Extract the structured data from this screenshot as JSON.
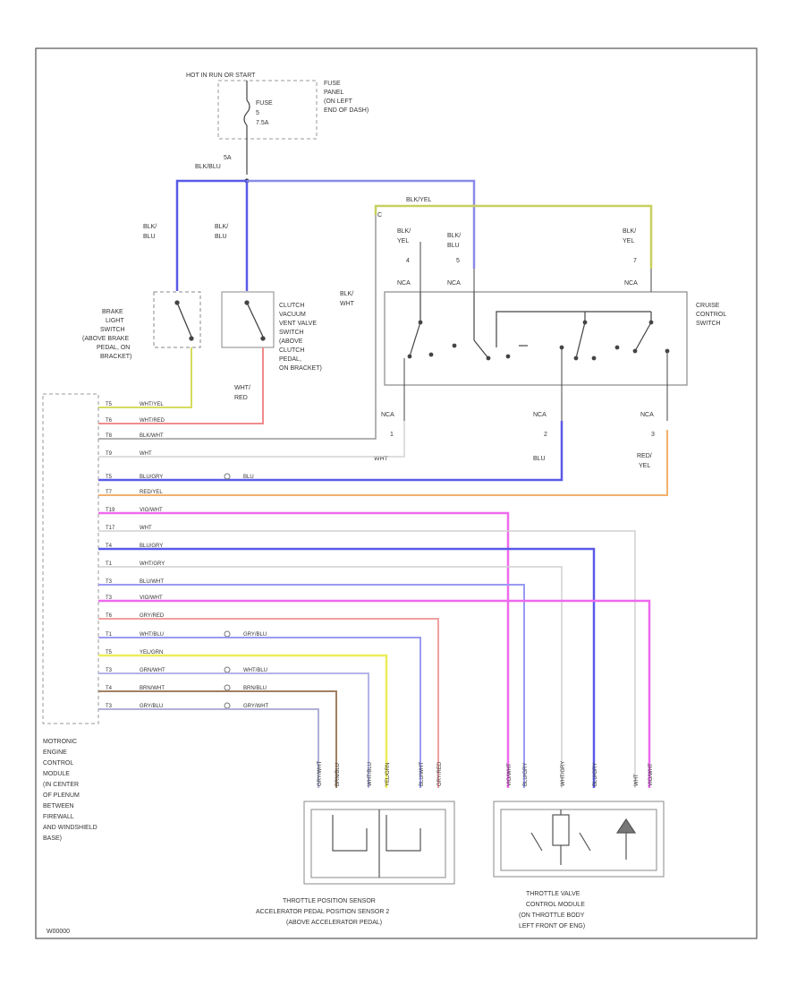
{
  "power": {
    "source": "HOT IN RUN OR START",
    "fuse": [
      "FUSE",
      "5",
      "7.5A"
    ],
    "fuse_panel": [
      "FUSE",
      "PANEL",
      "(ON LEFT",
      "END OF DASH)"
    ],
    "pin": "5A",
    "wire": "BLK/BLU"
  },
  "brake_light_switch": {
    "wire": [
      "BLK/",
      "BLU"
    ],
    "label": [
      "BRAKE",
      "LIGHT",
      "SWITCH",
      "(ABOVE BRAKE",
      "PEDAL, ON",
      "BRACKET)"
    ]
  },
  "clutch_switch": {
    "wire": [
      "BLK/",
      "BLU"
    ],
    "label": [
      "CLUTCH",
      "VACUUM",
      "VENT VALVE",
      "SWITCH",
      "(ABOVE",
      "CLUTCH",
      "PEDAL,",
      "ON BRACKET)"
    ],
    "out_wire": [
      "WHT/",
      "RED"
    ]
  },
  "cruise_switch": {
    "label": [
      "CRUISE",
      "CONTROL",
      "SWITCH"
    ],
    "feed": "BLK/YEL",
    "top_pins": [
      {
        "wire": [
          "BLK/",
          "YEL"
        ],
        "num": "4",
        "nca": "NCA"
      },
      {
        "wire": [
          "BLK/",
          "BLU"
        ],
        "num": "5",
        "nca": "NCA"
      },
      {
        "wire": [
          "BLK/",
          "YEL"
        ],
        "num": "7",
        "nca": "NCA"
      }
    ],
    "bottom_pins": [
      {
        "nca": "NCA",
        "num": "1",
        "wire": [
          "WHT"
        ]
      },
      {
        "nca": "NCA",
        "num": "2",
        "wire": [
          "BLU"
        ]
      },
      {
        "nca": "NCA",
        "num": "3",
        "wire": [
          "RED/",
          "YEL"
        ]
      }
    ],
    "left_wire": [
      "BLK/",
      "WHT"
    ]
  },
  "ecm": {
    "label": [
      "MOTRONIC",
      "ENGINE",
      "CONTROL",
      "MODULE",
      "(IN CENTER",
      "OF PLENUM",
      "BETWEEN",
      "FIREWALL",
      "AND WINDSHIELD",
      "BASE)"
    ],
    "pins": [
      {
        "pin": "T5",
        "wire": "WHT/YEL",
        "color": "#d6dc5c"
      },
      {
        "pin": "T6",
        "wire": "WHT/RED",
        "color": "#f08c8c"
      },
      {
        "pin": "T8",
        "wire": "BLK/WHT",
        "color": "#9a9a9a"
      },
      {
        "pin": "T9",
        "wire": "WHT",
        "color": "#d4d4d4"
      },
      {
        "pin": "T5",
        "wire": "BLU/GRY",
        "color": "#6a6af0",
        "note": "BLU"
      },
      {
        "pin": "T7",
        "wire": "RED/YEL",
        "color": "#f4b06a"
      },
      {
        "pin": "T19",
        "wire": "VIO/WHT",
        "color": "#ee6aee"
      },
      {
        "pin": "T17",
        "wire": "WHT",
        "color": "#d0d0d0"
      },
      {
        "pin": "T4",
        "wire": "BLU/GRY",
        "color": "#6a6af0"
      },
      {
        "pin": "T1",
        "wire": "WHT/GRY",
        "color": "#d0d0d0"
      },
      {
        "pin": "T3",
        "wire": "BLU/WHT",
        "color": "#9a9af4"
      },
      {
        "pin": "T3",
        "wire": "VIO/WHT",
        "color": "#ee6aee"
      },
      {
        "pin": "T6",
        "wire": "GRY/RED",
        "color": "#f0a0a0"
      },
      {
        "pin": "T1",
        "wire": "WHT/BLU",
        "color": "#9a9af4",
        "note": "GRY/BLU"
      },
      {
        "pin": "T5",
        "wire": "YEL/GRN",
        "color": "#ecec5a"
      },
      {
        "pin": "T3",
        "wire": "GRN/WHT",
        "color": "#b4e08c",
        "note": "WHT/BLU"
      },
      {
        "pin": "T4",
        "wire": "BRN/WHT",
        "color": "#c8a478",
        "note": "BRN/BLU"
      },
      {
        "pin": "T3",
        "wire": "GRY/BLU",
        "color": "#9a9af4",
        "note": "GRY/WHT"
      }
    ]
  },
  "tps": {
    "wires": [
      "GRY/WHT",
      "BRN/BLU",
      "WHT/BLU",
      "YEL/GRN",
      "BLU/WHT",
      "GRY/RED"
    ],
    "label": [
      "THROTTLE POSITION SENSOR",
      "ACCELERATOR PEDAL POSITION SENSOR 2",
      "(ABOVE ACCELERATOR PEDAL)"
    ]
  },
  "tvcm": {
    "wires": [
      "VIO/WHT",
      "BLU/GRY",
      "WHT/GRY",
      "BLU/GRY",
      "WHT",
      "VIO/WHT"
    ],
    "label": [
      "THROTTLE VALVE",
      "CONTROL MODULE",
      "(ON THROTTLE BODY",
      "LEFT FRONT OF ENG)"
    ]
  },
  "footer": "W00000",
  "icons": [
    "switch-contact-icon",
    "sensor-element-icon",
    "motor-icon"
  ]
}
